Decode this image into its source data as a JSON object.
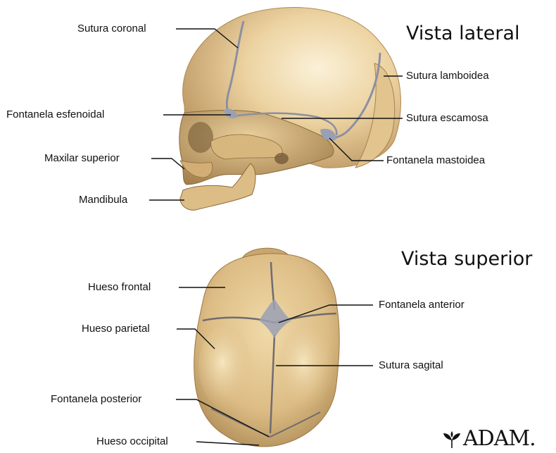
{
  "titles": {
    "lateral": "Vista lateral",
    "superior": "Vista superior"
  },
  "lateral_labels": {
    "sutura_coronal": "Sutura coronal",
    "fontanela_esfenoidal": "Fontanela esfenoidal",
    "maxilar_superior": "Maxilar superior",
    "mandibula": "Mandibula",
    "sutura_lamboidea": "Sutura lamboidea",
    "sutura_escamosa": "Sutura escamosa",
    "fontanela_mastoidea": "Fontanela mastoidea"
  },
  "superior_labels": {
    "hueso_frontal": "Hueso frontal",
    "hueso_parietal": "Hueso parietal",
    "fontanela_posterior": "Fontanela posterior",
    "hueso_occipital": "Hueso occipital",
    "fontanela_anterior": "Fontanela anterior",
    "sutura_sagital": "Sutura sagital"
  },
  "logo": {
    "text": "ADAM.",
    "icon": "leaf-icon"
  },
  "colors": {
    "bone_light": "#f3dfb4",
    "bone_mid": "#d9b57c",
    "bone_dark": "#a9834c",
    "suture": "#8c8fa3",
    "leader": "#111111"
  }
}
